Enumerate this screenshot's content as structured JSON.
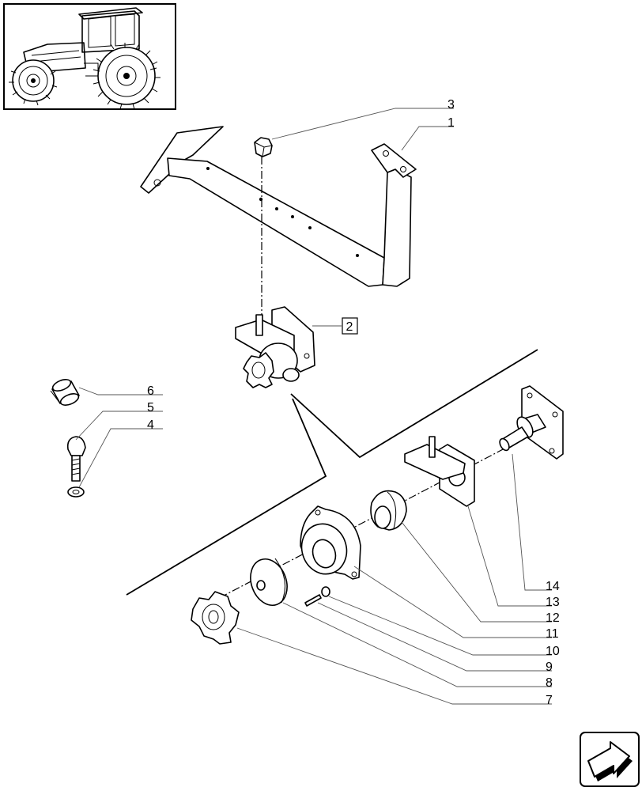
{
  "diagram": {
    "callouts": [
      {
        "id": "c1",
        "text": "1"
      },
      {
        "id": "c2",
        "text": "2"
      },
      {
        "id": "c3",
        "text": "3"
      },
      {
        "id": "c4",
        "text": "4"
      },
      {
        "id": "c5",
        "text": "5"
      },
      {
        "id": "c6",
        "text": "6"
      },
      {
        "id": "c7",
        "text": "7"
      },
      {
        "id": "c8",
        "text": "8"
      },
      {
        "id": "c9",
        "text": "9"
      },
      {
        "id": "c10",
        "text": "10"
      },
      {
        "id": "c11",
        "text": "11"
      },
      {
        "id": "c12",
        "text": "12"
      },
      {
        "id": "c13",
        "text": "13"
      },
      {
        "id": "c14",
        "text": "14"
      }
    ]
  },
  "icons": {
    "thumbnail": "tractor-icon",
    "navigation": "next-page-arrow-icon"
  }
}
